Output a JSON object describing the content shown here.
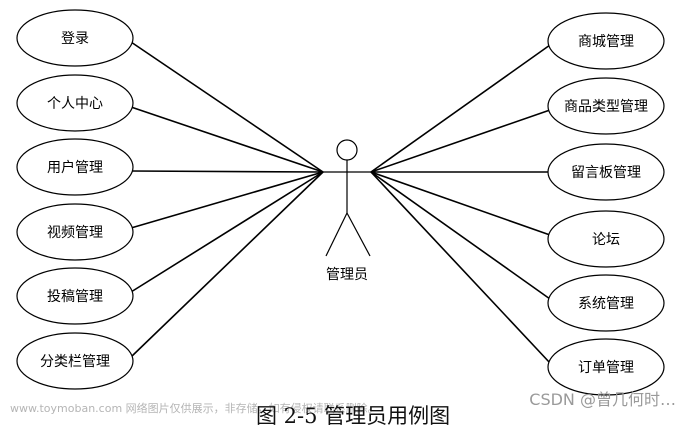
{
  "actor": {
    "label": "管理员"
  },
  "left_use_cases": [
    "登录",
    "个人中心",
    "用户管理",
    "视频管理",
    "投稿管理",
    "分类栏管理"
  ],
  "right_use_cases": [
    "商城管理",
    "商品类型管理",
    "留言板管理",
    "论坛",
    "系统管理",
    "订单管理"
  ],
  "caption": "图 2-5 管理员用例图",
  "watermark": {
    "left": "www.toymoban.com 网络图片仅供展示，非存储，如有侵权请联系删除。",
    "right": "CSDN @曾几何时…"
  }
}
